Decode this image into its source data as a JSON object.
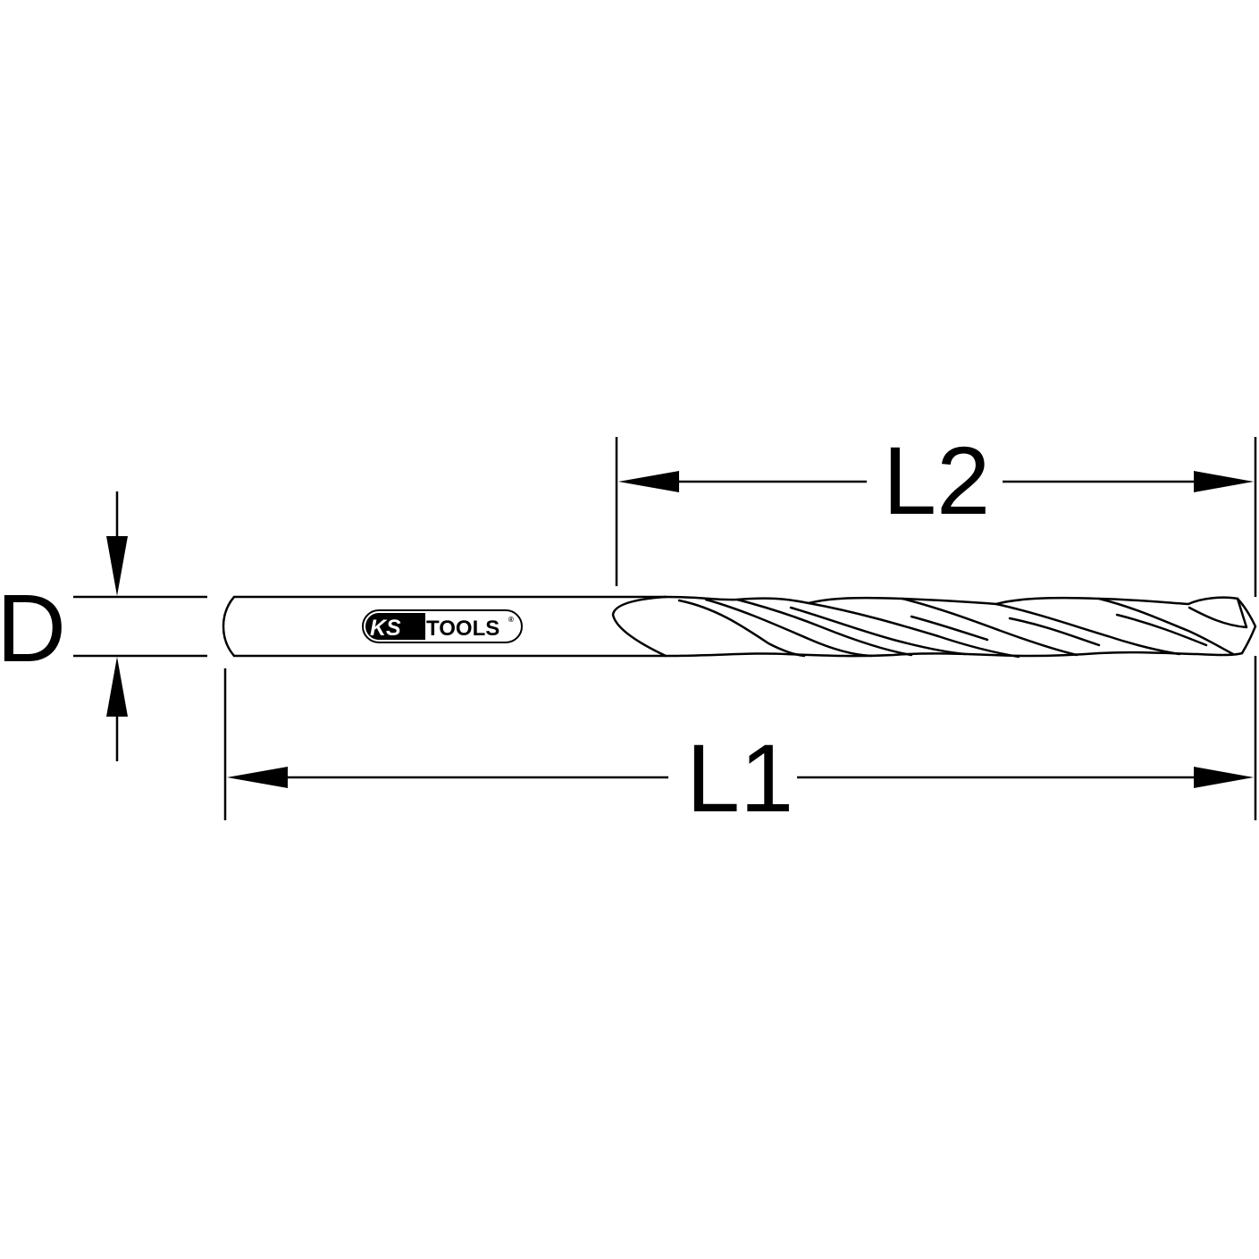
{
  "diagram": {
    "labels": {
      "diameter": "D",
      "flute_length": "L2",
      "total_length": "L1"
    },
    "logo": {
      "ks": "KS",
      "tools": "TOOLS",
      "registered": "®"
    },
    "colors": {
      "line": "#000000",
      "background": "#ffffff"
    }
  }
}
